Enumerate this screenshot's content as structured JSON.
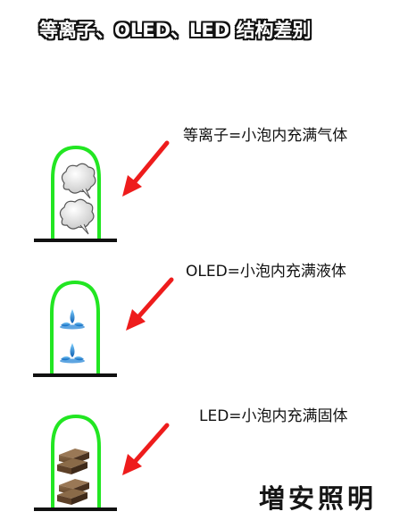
{
  "title": "等离子、OLED、LED 结构差别",
  "colors": {
    "bulb_outline": "#22e622",
    "arrow": "#ee1c1c",
    "base": "#111111",
    "water": "#1a7fd4",
    "solid": "#6b4a2b"
  },
  "sections": [
    {
      "label": "等离子=小泡内充满气体",
      "fill_icon": "cloud-icon"
    },
    {
      "label": "OLED=小泡内充满液体",
      "fill_icon": "water-splash-icon"
    },
    {
      "label": "LED=小泡内充满固体",
      "fill_icon": "brick-stack-icon"
    }
  ],
  "brand": "増安照明"
}
